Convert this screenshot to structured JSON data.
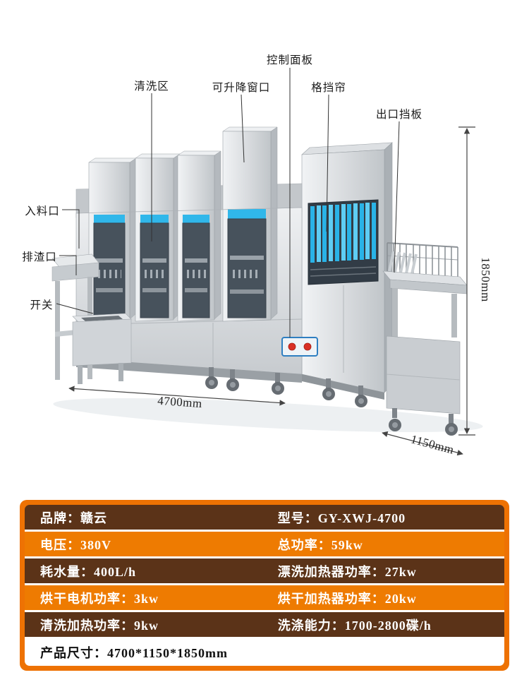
{
  "diagram": {
    "callouts": [
      {
        "id": "control-panel",
        "label": "控制面板"
      },
      {
        "id": "cleaning-zone",
        "label": "清洗区"
      },
      {
        "id": "liftable-window",
        "label": "可升降窗口"
      },
      {
        "id": "baffle-curtain",
        "label": "格挡帘"
      },
      {
        "id": "outlet-baffle",
        "label": "出口挡板"
      },
      {
        "id": "inlet-port",
        "label": "入料口"
      },
      {
        "id": "slag-outlet",
        "label": "排渣口"
      },
      {
        "id": "power-switch",
        "label": "开关"
      }
    ],
    "dimensions": {
      "length": "4700mm",
      "depth": "1150mm",
      "height": "1850mm"
    },
    "accent_color": "#2fb9ec"
  },
  "spec_table": {
    "colors": {
      "frame": "#ee7203",
      "dark_row": "#5b3318",
      "orange_row": "#ee7b01",
      "footer_bg": "#ffffff",
      "row_text": "#ffffff",
      "footer_text": "#111111"
    },
    "rows": [
      {
        "left": "品牌：赣云",
        "right": "型号：GY-XWJ-4700"
      },
      {
        "left": "电压：380V",
        "right": "总功率：59kw"
      },
      {
        "left": "耗水量：400L/h",
        "right": "漂洗加热器功率：27kw"
      },
      {
        "left": "烘干电机功率：3kw",
        "right": "烘干加热器功率：20kw"
      },
      {
        "left": "清洗加热功率：9kw",
        "right": "洗涤能力：1700-2800碟/h"
      }
    ],
    "footer": "产品尺寸：4700*1150*1850mm"
  }
}
